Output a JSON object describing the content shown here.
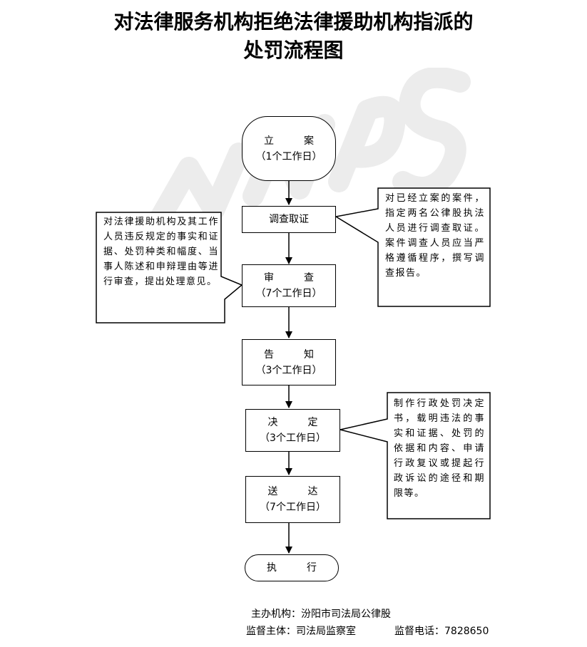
{
  "title": {
    "line1": "对法律服务机构拒绝法律援助机构指派的",
    "line2": "处罚流程图"
  },
  "steps": {
    "register": {
      "name": "立　案",
      "time": "（1个工作日）"
    },
    "investigate": {
      "name": "调查取证"
    },
    "review": {
      "name": "审　查",
      "time": "（7个工作日）"
    },
    "notify": {
      "name": "告　知",
      "time": "（3个工作日）"
    },
    "decide": {
      "name": "决　定",
      "time": "（3个工作日）"
    },
    "deliver": {
      "name": "送　达",
      "time": "（7个工作日）"
    },
    "execute": {
      "name": "执　行"
    }
  },
  "notes": {
    "left_review": "对法律援助机构及其工作人员违反规定的事实和证据、处罚种类和幅度、当事人陈述和申辩理由等进行审查，提出处理意见。",
    "right_investigate": "对已经立案的案件，指定两名公律股执法人员进行调查取证。案件调查人员应当严格遵循程序，撰写调查报告。",
    "right_decide": "制作行政处罚决定书，载明违法的事实和证据、处罚的依据和内容、申请行政复议或提起行政诉讼的途径和期限等。"
  },
  "footer": {
    "organizer": "主办机构：汾阳市司法局公律股",
    "supervisor": "监督主体：司法局监察室",
    "phone": "监督电话：7828650"
  }
}
